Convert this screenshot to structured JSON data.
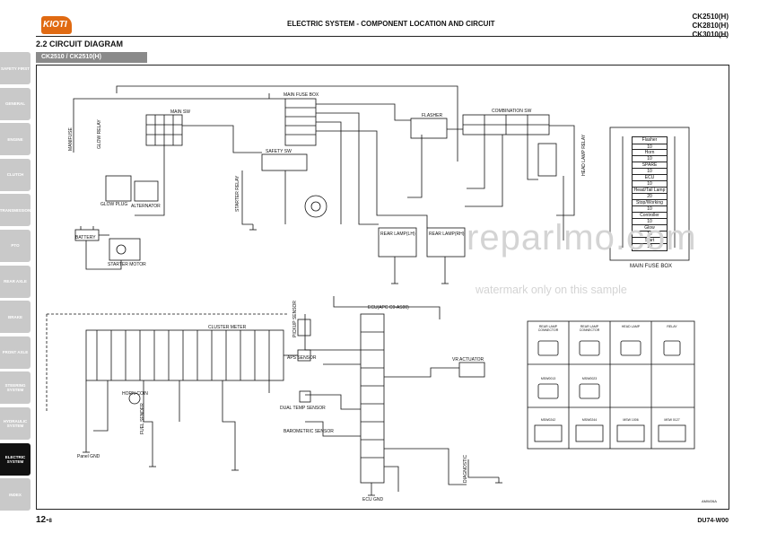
{
  "header": {
    "logo_text": "KIOTI",
    "title": "ELECTRIC SYSTEM - COMPONENT LOCATION AND CIRCUIT",
    "models": [
      "CK2510(H)",
      "CK2810(H)",
      "CK3010(H)"
    ]
  },
  "section": {
    "title": "2.2  CIRCUIT DIAGRAM",
    "model_tag": "CK2510 / CK2510(H)"
  },
  "sidebar": {
    "tabs": [
      {
        "label": "SAFETY FIRST",
        "active": false
      },
      {
        "label": "GENERAL",
        "active": false
      },
      {
        "label": "ENGINE",
        "active": false
      },
      {
        "label": "CLUTCH",
        "active": false
      },
      {
        "label": "TRANSMISSION",
        "active": false
      },
      {
        "label": "PTO",
        "active": false
      },
      {
        "label": "REAR AXLE",
        "active": false
      },
      {
        "label": "BRAKE",
        "active": false
      },
      {
        "label": "FRONT AXLE",
        "active": false
      },
      {
        "label": "STEERING SYSTEM",
        "active": false
      },
      {
        "label": "HYDRAULIC SYSTEM",
        "active": false
      },
      {
        "label": "ELECTRIC SYSTEM",
        "active": true
      },
      {
        "label": "INDEX",
        "active": false
      }
    ]
  },
  "diagram": {
    "labels": {
      "main_fuse_box_top": "MAIN FUSE BOX",
      "combination_sw": "COMBINATION SW",
      "flasher": "FLASHER",
      "main_sw": "MAIN SW",
      "safety_sw": "SAFETY SW",
      "glow_plug": "GLOW PLUG",
      "alternator": "ALTERNATOR",
      "battery": "BATTERY",
      "starter_motor": "STARTER MOTOR",
      "starter_relay": "STARTER RELAY",
      "manifuse": "MANIFUSE",
      "glow_relay": "GLOW RELAY",
      "rear_lamp_l": "REAR LAMP(LH)",
      "rear_lamp_r": "REAR LAMP(RH)",
      "head_lamp_relay": "HEAD LAMP RELAY",
      "cluster_meter": "CLUSTER METER",
      "ecu": "ECU(APC C0-AS00)",
      "pickup_sensor": "PICKUP SENSOR",
      "aps_sensor": "APS SENSOR",
      "vr_actuator": "VR ACTUATOR",
      "horn": "HORN-COIN",
      "dual_temp_sensor": "DUAL TEMP SENSOR",
      "barometric_sensor": "BAROMETRIC SENSOR",
      "fuel_sender": "FUEL SENDER",
      "panel_gnd": "Panel GND",
      "ecu_gnd": "ECU GND",
      "main_fuse_box_bottom": "MAIN FUSE BOX",
      "figure_code": "AMW26A",
      "diagnostic": "DIAGNOSTIC"
    },
    "fuses": [
      {
        "name": "Flasher",
        "amp": "10"
      },
      {
        "name": "Horn",
        "amp": "10"
      },
      {
        "name": "SPARE",
        "amp": "10"
      },
      {
        "name": "ECU",
        "amp": "10"
      },
      {
        "name": "Head/Tail Lamp",
        "amp": "20"
      },
      {
        "name": "Stop/Working Lamp",
        "amp": "10"
      },
      {
        "name": "Controller",
        "amp": "10"
      },
      {
        "name": "Glow",
        "amp": "10"
      },
      {
        "name": "Start",
        "amp": "10"
      }
    ],
    "connectors_row1": [
      "REAR LAMP CONNECTOR",
      "REAR LAMP CONNECTOR",
      "HEAD LAMP",
      "RELAY"
    ],
    "connectors_row2": [
      "MSW0013",
      "MSW0023"
    ],
    "connectors_row3": [
      "MSW0242",
      "MSW0244",
      "MSW 1006",
      "MSW 0127"
    ]
  },
  "footer": {
    "page": "12-",
    "page_sub": "8",
    "doc_code": "DU74-W00"
  },
  "watermark": {
    "line1": "reparlmo.com",
    "line2": "watermark only on this sample"
  }
}
